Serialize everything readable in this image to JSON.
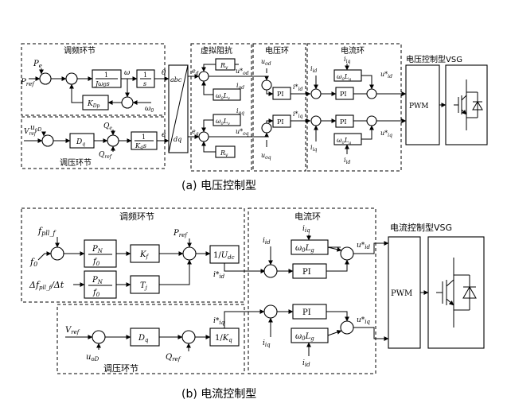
{
  "top": {
    "regions": {
      "freq": "调频环节",
      "volt_reg": "调压环节",
      "virtual_z": "虚拟阻抗",
      "voltage_loop": "电压环",
      "current_loop": "电流环",
      "vsg": "电压控制型VSG"
    },
    "signals": {
      "pe": "P",
      "pe_sub": "e",
      "pref": "P",
      "pref_sub": "ref",
      "omega": "ω",
      "omega0": "ω",
      "omega0_sub": "0",
      "theta": "θ",
      "vref": "V",
      "vref_sub": "ref",
      "uod": "u",
      "uod_sub": "oD",
      "qe": "Q",
      "qe_sub": "e",
      "qref": "Q",
      "qref_sub": "ref",
      "e": "e",
      "ed": "e",
      "ed_sub": "d",
      "eq": "e",
      "eq_sub": "q",
      "uod_star": "u*",
      "uod_star_sub": "od",
      "uoq_star": "u*",
      "uoq_star_sub": "oq",
      "iod": "i",
      "iod_sub": "od",
      "ioq": "i",
      "ioq_sub": "oq",
      "uod2": "u",
      "uod2_sub": "od",
      "uoq": "u",
      "uoq_sub": "oq",
      "iid_star": "i*",
      "iid_star_sub": "id",
      "iiq_star": "i*",
      "iiq_star_sub": "iq",
      "iid": "i",
      "iid_sub": "id",
      "iiq": "i",
      "iiq_sub": "iq",
      "uid_star": "u*",
      "uid_star_sub": "id",
      "uiq_star": "u*",
      "uiq_star_sub": "iq"
    },
    "blocks": {
      "inertia_num": "1",
      "inertia_den": "Jω",
      "inertia_den_sub": "0",
      "inertia_den_s": "s",
      "integrator_num": "1",
      "integrator_den": "s",
      "kdp": "K",
      "kdp_sub": "Dp",
      "dq": "D",
      "dq_sub": "q",
      "kqs_num": "1",
      "kqs_den": "K",
      "kqs_den_sub": "q",
      "kqs_den_s": "s",
      "abc": "abc",
      "dq_label": "dq",
      "rv": "R",
      "rv_sub": "v",
      "w0lv": "ω",
      "w0lv_sub": "0",
      "w0lv_l": "L",
      "w0lv_lsub": "v",
      "pi": "PI",
      "w0lg": "ω",
      "w0lg_sub": "0",
      "w0lg_l": "L",
      "w0lg_lsub": "g",
      "pwm": "PWM"
    },
    "caption": "(a) 电压控制型"
  },
  "bottom": {
    "regions": {
      "freq": "调频环节",
      "current_loop": "电流环",
      "volt_reg": "调压环节",
      "vsg": "电流控制型VSG"
    },
    "signals": {
      "fpll": "f",
      "fpll_sub": "pll_f",
      "f0": "f",
      "f0_sub": "0",
      "dfdt": "Δf",
      "dfdt_sub": "pll_f",
      "dfdt_tail": "/Δt",
      "pref": "P",
      "pref_sub": "ref",
      "iid_star": "i*",
      "iid_star_sub": "id",
      "iiq_star": "i*",
      "iiq_star_sub": "iq",
      "iid": "i",
      "iid_sub": "id",
      "iiq": "i",
      "iiq_sub": "iq",
      "uid_star": "u*",
      "uid_star_sub": "id",
      "uiq_star": "u*",
      "uiq_star_sub": "iq",
      "vref": "V",
      "vref_sub": "ref",
      "uod": "u",
      "uod_sub": "oD",
      "qref": "Q",
      "qref_sub": "ref"
    },
    "blocks": {
      "pn1_num": "P",
      "pn1_num_sub": "N",
      "pn1_den": "f",
      "pn1_den_sub": "0",
      "kf": "K",
      "kf_sub": "f",
      "tj": "T",
      "tj_sub": "j",
      "udc_num": "1/",
      "udc_den": "U",
      "udc_den_sub": "dc",
      "w0lg": "ω",
      "w0lg_sub": "0",
      "w0lg_l": "L",
      "w0lg_lsub": "g",
      "pi": "PI",
      "dq": "D",
      "dq_sub": "q",
      "kq": "1/",
      "kq_den": "K",
      "kq_den_sub": "q",
      "pwm": "PWM"
    },
    "caption": "(b) 电流控制型"
  }
}
